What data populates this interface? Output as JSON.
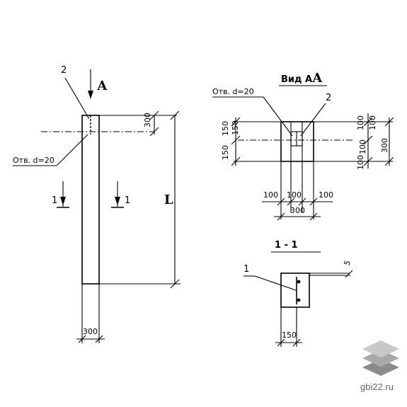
{
  "elevation": {
    "length_label": "L",
    "height_top_dim": "300",
    "width_bottom_dim": "300",
    "hole_label": "Отв. d=20",
    "callout_2": "2",
    "view_arrow": "А",
    "section_mark_left": "1",
    "section_mark_right": "1"
  },
  "view_a": {
    "title": "Вид А",
    "hole_label": "Отв. d=20",
    "callout_2": "2",
    "left_dims": [
      "150",
      "150",
      "150"
    ],
    "right_dims": [
      "100",
      "100",
      "100",
      "100",
      "300"
    ],
    "bottom_dims": [
      "100",
      "100",
      "100"
    ],
    "bottom_total": "300"
  },
  "section_1_1": {
    "title": "1 - 1",
    "callout_1": "1",
    "dim_offset": "5",
    "width_dim": "150"
  },
  "watermark": {
    "site": "gbi22.ru"
  },
  "colors": {
    "ink": "#000000",
    "logo_top": "#c8c8c8",
    "logo_mid": "#a9a9a9",
    "logo_bottom": "#8c8c8c"
  }
}
